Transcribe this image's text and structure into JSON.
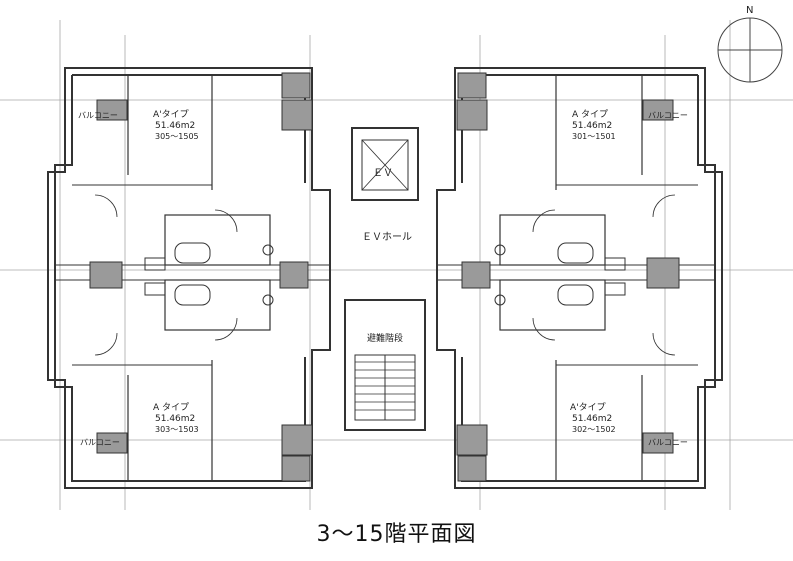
{
  "compass": {
    "north": "N"
  },
  "core": {
    "ev": "ＥＶ",
    "ev_hall": "ＥＶホール",
    "stairs": "避難階段"
  },
  "units": [
    {
      "type": "A'タイプ",
      "area": "51.46m2",
      "rooms": "305～1505",
      "balcony": "バルコニー"
    },
    {
      "type": "A タイプ",
      "area": "51.46m2",
      "rooms": "301～1501",
      "balcony": "バルコニー"
    },
    {
      "type": "A タイプ",
      "area": "51.46m2",
      "rooms": "303～1503",
      "balcony": "バルコニー"
    },
    {
      "type": "A'タイプ",
      "area": "51.46m2",
      "rooms": "302～1502",
      "balcony": "バルコニー"
    }
  ],
  "caption": "3～15階平面図",
  "colors": {
    "line": "#333333",
    "grid": "#9a9a9a",
    "shaft": "#9a9a9a",
    "ink": "#111111"
  }
}
